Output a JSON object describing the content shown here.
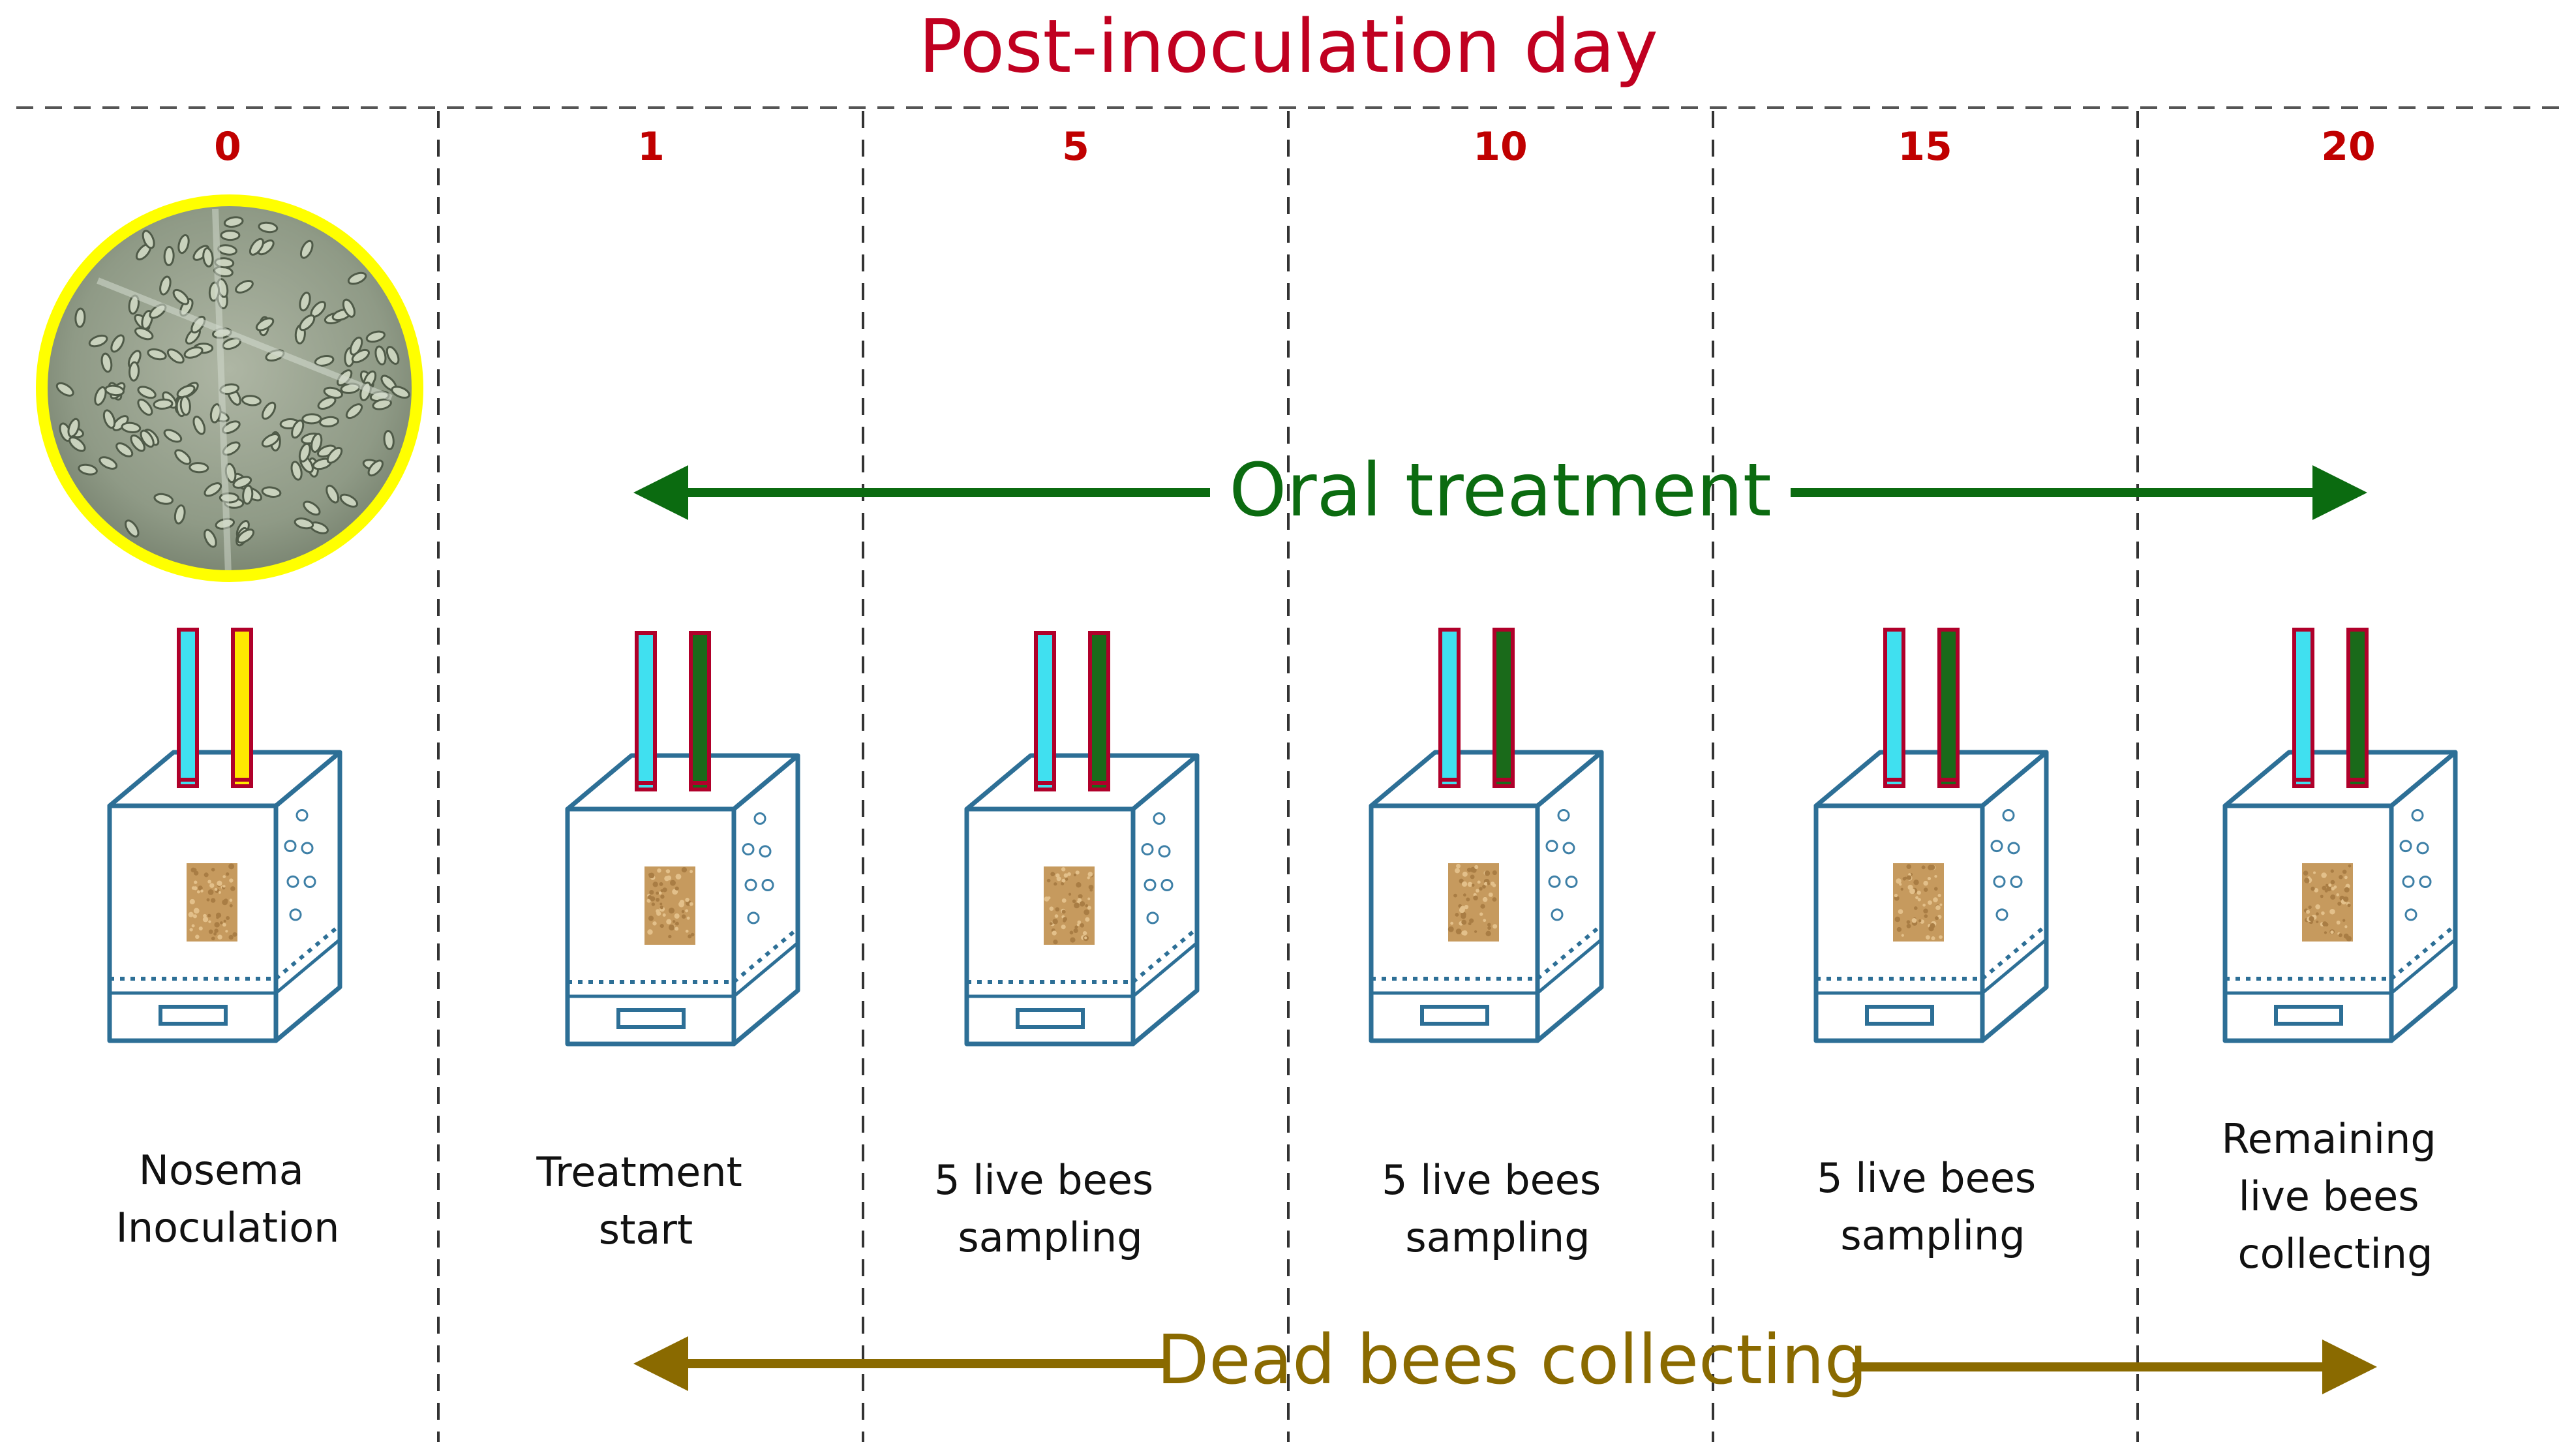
{
  "title": "Post-inoculation day",
  "days": [
    "0",
    "1",
    "5",
    "10",
    "15",
    "20"
  ],
  "captions": [
    [
      "Nosema",
      "Inoculation"
    ],
    [
      "Treatment",
      "start"
    ],
    [
      "5 live bees",
      "sampling"
    ],
    [
      "5 live bees",
      "sampling"
    ],
    [
      "5 live bees",
      "sampling"
    ],
    [
      "Remaining",
      "live bees",
      "collecting"
    ]
  ],
  "oral_treatment": "Oral treatment",
  "dead_bees": "Dead bees collecting",
  "colors": {
    "title": "#c00020",
    "day_number": "#c00000",
    "oral_arrow": "#0b6b10",
    "dead_arrow": "#8a6a00",
    "cage_outline": "#2d6f96",
    "water_tube": "#40e0f0",
    "inoculum_tube": "#ffe800",
    "treatment_tube": "#1a6a1a",
    "micrograph_ring": "#ffff00"
  },
  "tubes": [
    "inoculum",
    "treatment",
    "treatment",
    "treatment",
    "treatment",
    "treatment"
  ]
}
